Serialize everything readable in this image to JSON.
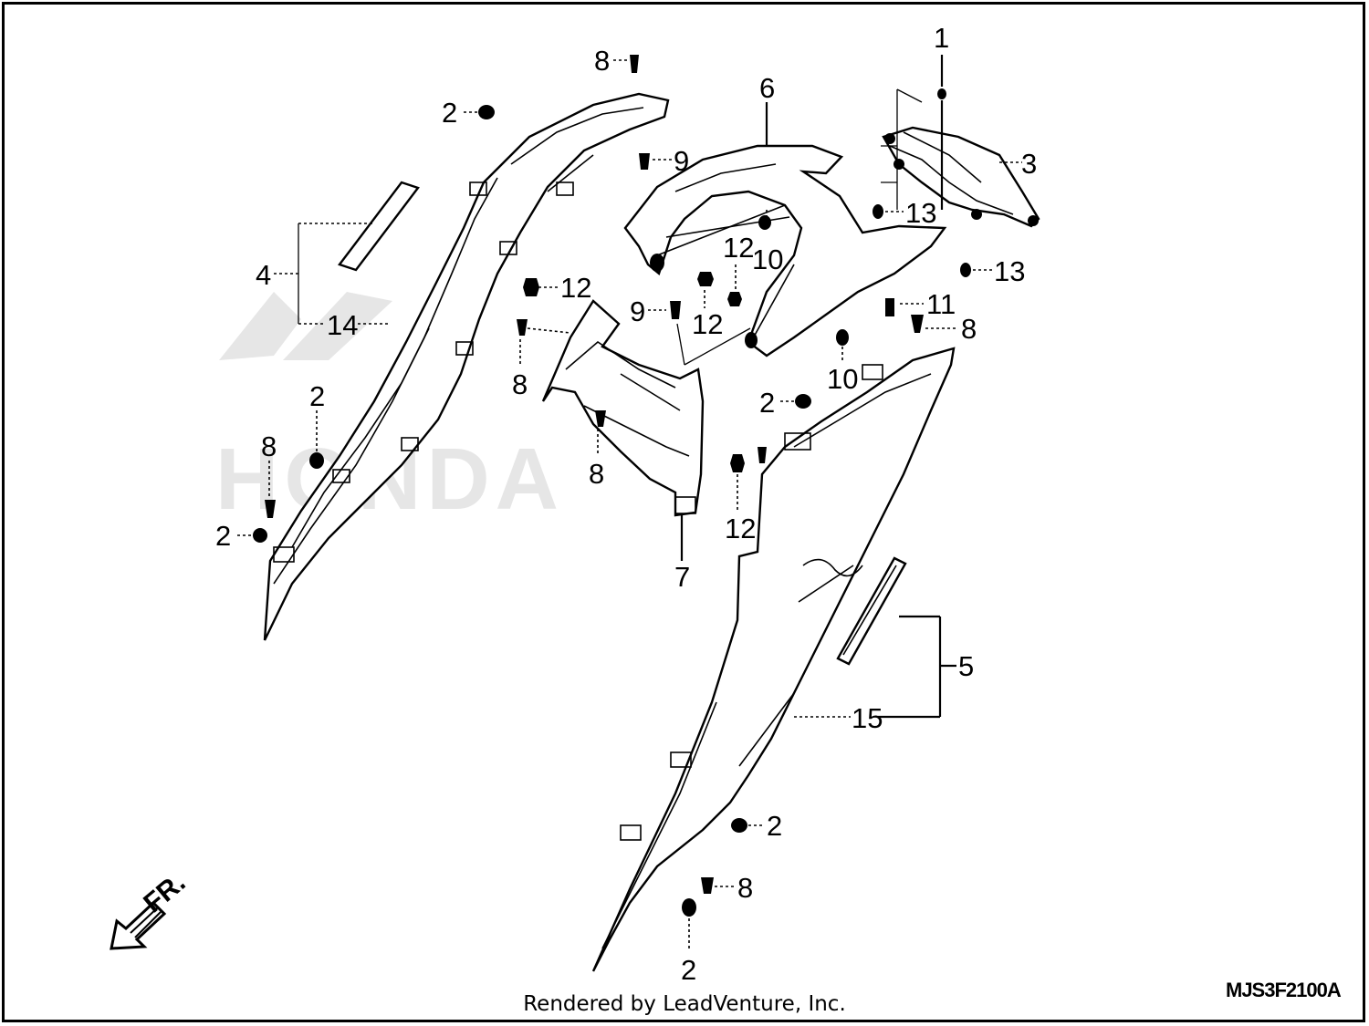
{
  "diagram": {
    "callouts": {
      "c1": "1",
      "c2a": "2",
      "c2b": "2",
      "c2c": "2",
      "c2d": "2",
      "c2e": "2",
      "c2f": "2",
      "c3": "3",
      "c4": "4",
      "c5": "5",
      "c6": "6",
      "c7": "7",
      "c8a": "8",
      "c8b": "8",
      "c8c": "8",
      "c8d": "8",
      "c8e": "8",
      "c8f": "8",
      "c9a": "9",
      "c9b": "9",
      "c10a": "10",
      "c10b": "10",
      "c11": "11",
      "c12a": "12",
      "c12b": "12",
      "c12c": "12",
      "c12d": "12",
      "c13a": "13",
      "c13b": "13",
      "c14": "14",
      "c15": "15"
    },
    "direction_label": "FR.",
    "watermark_text": "HONDA",
    "credit": "Rendered by LeadVenture, Inc.",
    "drawing_code": "MJS3F2100A"
  }
}
